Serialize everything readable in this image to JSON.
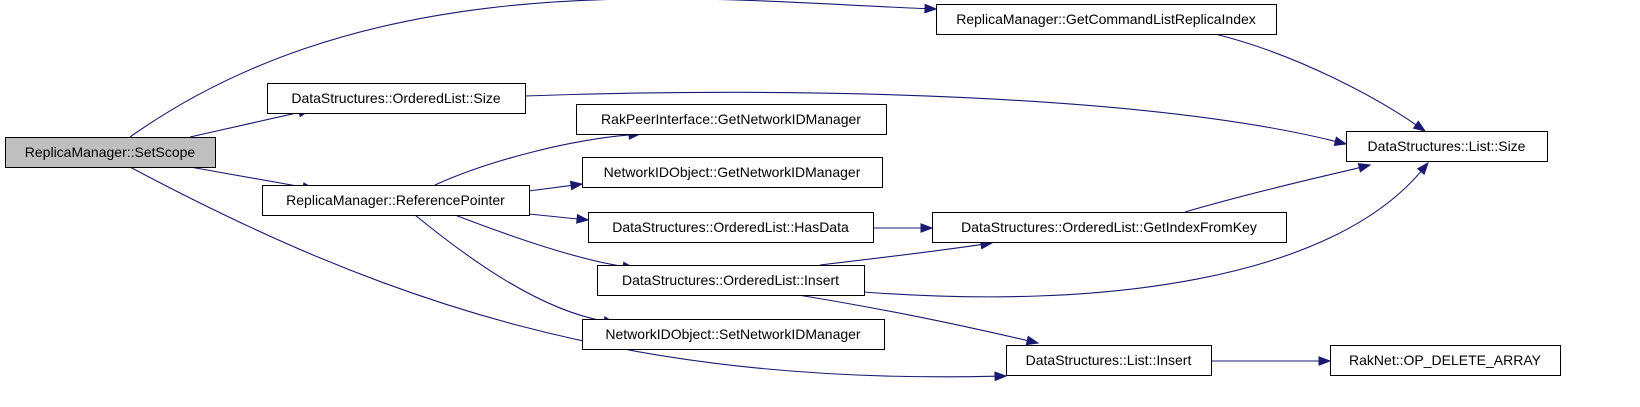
{
  "nodes": [
    {
      "id": "root",
      "label": "ReplicaManager::SetScope",
      "root": true
    },
    {
      "id": "getcmd",
      "label": "ReplicaManager::GetCommandListReplicaIndex"
    },
    {
      "id": "olsize",
      "label": "DataStructures::OrderedList::Size"
    },
    {
      "id": "rakpeer",
      "label": "RakPeerInterface::GetNetworkIDManager"
    },
    {
      "id": "nidget",
      "label": "NetworkIDObject::GetNetworkIDManager"
    },
    {
      "id": "refptr",
      "label": "ReplicaManager::ReferencePointer"
    },
    {
      "id": "hasdata",
      "label": "DataStructures::OrderedList::HasData"
    },
    {
      "id": "getidx",
      "label": "DataStructures::OrderedList::GetIndexFromKey"
    },
    {
      "id": "olinsert",
      "label": "DataStructures::OrderedList::Insert"
    },
    {
      "id": "nidset",
      "label": "NetworkIDObject::SetNetworkIDManager"
    },
    {
      "id": "linsert",
      "label": "DataStructures::List::Insert"
    },
    {
      "id": "lsize",
      "label": "DataStructures::List::Size"
    },
    {
      "id": "opdel",
      "label": "RakNet::OP_DELETE_ARRAY"
    }
  ],
  "edges": [
    {
      "from": "root",
      "to": "getcmd"
    },
    {
      "from": "root",
      "to": "olsize"
    },
    {
      "from": "root",
      "to": "refptr"
    },
    {
      "from": "root",
      "to": "linsert"
    },
    {
      "from": "getcmd",
      "to": "lsize"
    },
    {
      "from": "olsize",
      "to": "lsize"
    },
    {
      "from": "refptr",
      "to": "rakpeer"
    },
    {
      "from": "refptr",
      "to": "nidget"
    },
    {
      "from": "refptr",
      "to": "hasdata"
    },
    {
      "from": "refptr",
      "to": "olinsert"
    },
    {
      "from": "refptr",
      "to": "nidset"
    },
    {
      "from": "hasdata",
      "to": "getidx"
    },
    {
      "from": "getidx",
      "to": "lsize"
    },
    {
      "from": "olinsert",
      "to": "getidx"
    },
    {
      "from": "olinsert",
      "to": "lsize"
    },
    {
      "from": "olinsert",
      "to": "linsert"
    },
    {
      "from": "linsert",
      "to": "opdel"
    }
  ],
  "colors": {
    "edge": "#191970",
    "root_fill": "#bfbfbf",
    "node_fill": "#ffffff",
    "node_border": "#000000"
  }
}
